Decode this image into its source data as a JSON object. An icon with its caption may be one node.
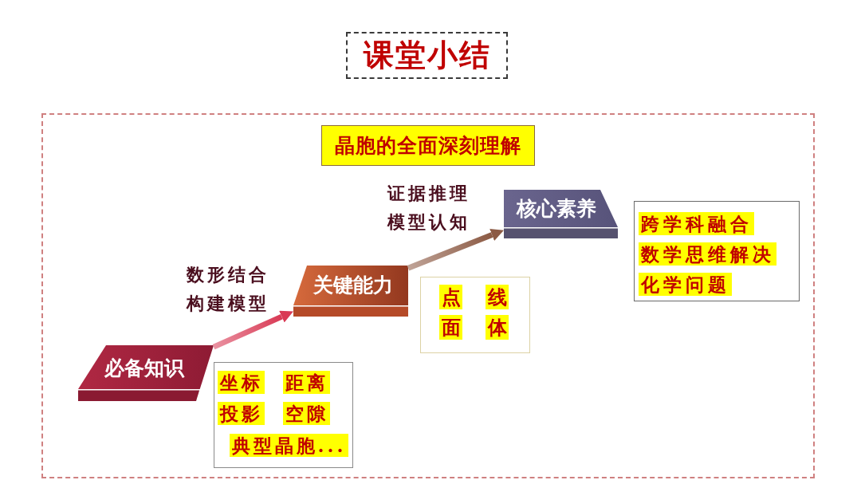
{
  "diagram": {
    "title": "课堂小结",
    "nodes": [
      {
        "text": [],
        "shape": "box"
      },
      {
        "text": [
          "晶胞的全面深刻理解"
        ],
        "in": 0
      },
      {
        "text": [
          "必备知识"
        ],
        "in": 0
      },
      {
        "text": [
          "坐标",
          "距离",
          "投影",
          "空隙",
          "典型晶胞..."
        ],
        "in": 0
      },
      {
        "text": [
          "关键能力"
        ],
        "in": 0
      },
      {
        "text": [
          "点",
          "线",
          "面",
          "体"
        ],
        "in": 0
      },
      {
        "text": [
          "核心素养"
        ],
        "in": 0
      },
      {
        "text": [
          "跨学科融合",
          "数学思维解决",
          "化学问题"
        ],
        "in": 0
      }
    ],
    "edges": [
      {
        "from": 2,
        "to": 4,
        "arrow": "to",
        "label": "数形结合构建模型",
        "style": "thick",
        "color": "#d93a55"
      },
      {
        "from": 4,
        "to": 6,
        "arrow": "to",
        "label": "证据推理模型认知",
        "style": "thick",
        "color": "#8c5a44"
      }
    ]
  }
}
